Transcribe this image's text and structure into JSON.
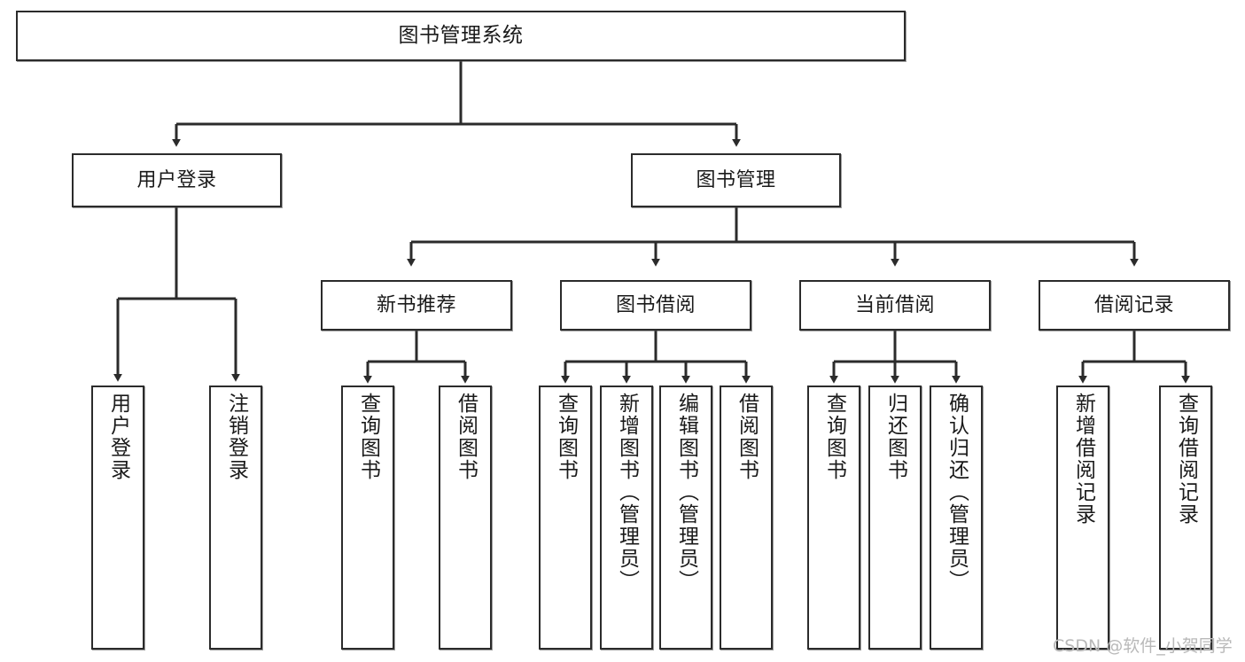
{
  "diagram": {
    "title": "图书管理系统",
    "type": "tree-hierarchy-chart",
    "orientation": "top-down",
    "colors": {
      "node_border": "#2b2b2b",
      "node_fill": "#ffffff",
      "edge": "#2b2b2b",
      "text": "#1a1a1a",
      "watermark": "#b9b9b9",
      "background": "#ffffff"
    },
    "root": {
      "label": "图书管理系统"
    },
    "level2": [
      {
        "label": "用户登录"
      },
      {
        "label": "图书管理"
      }
    ],
    "level3": [
      {
        "label": "新书推荐"
      },
      {
        "label": "图书借阅"
      },
      {
        "label": "当前借阅"
      },
      {
        "label": "借阅记录"
      }
    ],
    "leaves": {
      "user_login": [
        {
          "label": "用户登录"
        },
        {
          "label": "注销登录"
        }
      ],
      "new_book_recommend": [
        {
          "label": "查询图书"
        },
        {
          "label": "借阅图书"
        }
      ],
      "book_borrow": [
        {
          "label": "查询图书"
        },
        {
          "label": "新增图书（管理员）"
        },
        {
          "label": "编辑图书（管理员）"
        },
        {
          "label": "借阅图书"
        }
      ],
      "current_borrow": [
        {
          "label": "查询图书"
        },
        {
          "label": "归还图书"
        },
        {
          "label": "确认归还（管理员）"
        }
      ],
      "borrow_record": [
        {
          "label": "新增借阅记录"
        },
        {
          "label": "查询借阅记录"
        }
      ]
    }
  },
  "watermark": {
    "text": "CSDN @软件_小贺同学"
  }
}
